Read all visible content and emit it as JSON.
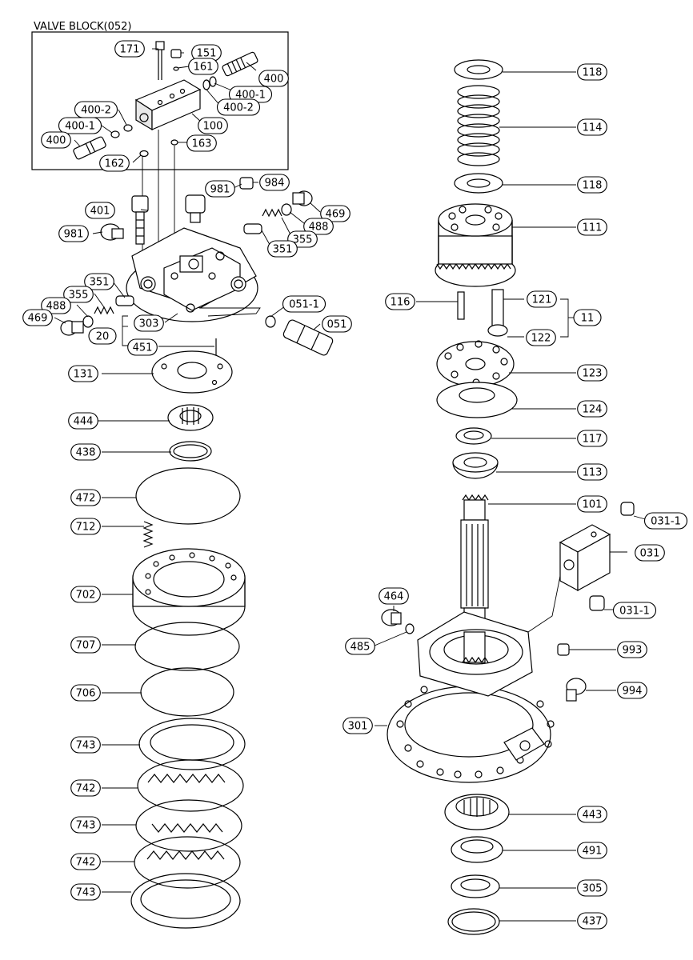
{
  "title": "VALVE BLOCK(052)",
  "colors": {
    "ink": "#000000",
    "paper": "#ffffff",
    "shade": "#e8e8e8"
  },
  "labels": [
    {
      "id": "l171",
      "text": "171"
    },
    {
      "id": "l151",
      "text": "151"
    },
    {
      "id": "l161",
      "text": "161"
    },
    {
      "id": "l400a",
      "text": "400"
    },
    {
      "id": "l400_1a",
      "text": "400-1"
    },
    {
      "id": "l400_2a",
      "text": "400-2"
    },
    {
      "id": "l400_2b",
      "text": "400-2"
    },
    {
      "id": "l400_1b",
      "text": "400-1"
    },
    {
      "id": "l400b",
      "text": "400"
    },
    {
      "id": "l100",
      "text": "100"
    },
    {
      "id": "l163",
      "text": "163"
    },
    {
      "id": "l162",
      "text": "162"
    },
    {
      "id": "l981a",
      "text": "981"
    },
    {
      "id": "l984",
      "text": "984"
    },
    {
      "id": "l469a",
      "text": "469"
    },
    {
      "id": "l401",
      "text": "401"
    },
    {
      "id": "l488a",
      "text": "488"
    },
    {
      "id": "l355a",
      "text": "355"
    },
    {
      "id": "l981b",
      "text": "981"
    },
    {
      "id": "l351a",
      "text": "351"
    },
    {
      "id": "l351b",
      "text": "351"
    },
    {
      "id": "l355b",
      "text": "355"
    },
    {
      "id": "l488b",
      "text": "488"
    },
    {
      "id": "l051_1",
      "text": "051-1"
    },
    {
      "id": "l469b",
      "text": "469"
    },
    {
      "id": "l20",
      "text": "20"
    },
    {
      "id": "l303",
      "text": "303"
    },
    {
      "id": "l051",
      "text": "051"
    },
    {
      "id": "l451",
      "text": "451"
    },
    {
      "id": "l131",
      "text": "131"
    },
    {
      "id": "l444",
      "text": "444"
    },
    {
      "id": "l438",
      "text": "438"
    },
    {
      "id": "l472",
      "text": "472"
    },
    {
      "id": "l712",
      "text": "712"
    },
    {
      "id": "l702",
      "text": "702"
    },
    {
      "id": "l707",
      "text": "707"
    },
    {
      "id": "l706",
      "text": "706"
    },
    {
      "id": "l743a",
      "text": "743"
    },
    {
      "id": "l742a",
      "text": "742"
    },
    {
      "id": "l743b",
      "text": "743"
    },
    {
      "id": "l742b",
      "text": "742"
    },
    {
      "id": "l743c",
      "text": "743"
    },
    {
      "id": "l118a",
      "text": "118"
    },
    {
      "id": "l114",
      "text": "114"
    },
    {
      "id": "l118b",
      "text": "118"
    },
    {
      "id": "l111",
      "text": "111"
    },
    {
      "id": "l116",
      "text": "116"
    },
    {
      "id": "l121",
      "text": "121"
    },
    {
      "id": "l11",
      "text": "11"
    },
    {
      "id": "l122",
      "text": "122"
    },
    {
      "id": "l123",
      "text": "123"
    },
    {
      "id": "l124",
      "text": "124"
    },
    {
      "id": "l117",
      "text": "117"
    },
    {
      "id": "l113",
      "text": "113"
    },
    {
      "id": "l101",
      "text": "101"
    },
    {
      "id": "l031_1a",
      "text": "031-1"
    },
    {
      "id": "l031",
      "text": "031"
    },
    {
      "id": "l464",
      "text": "464"
    },
    {
      "id": "l031_1b",
      "text": "031-1"
    },
    {
      "id": "l485",
      "text": "485"
    },
    {
      "id": "l993",
      "text": "993"
    },
    {
      "id": "l994",
      "text": "994"
    },
    {
      "id": "l301",
      "text": "301"
    },
    {
      "id": "l443",
      "text": "443"
    },
    {
      "id": "l491",
      "text": "491"
    },
    {
      "id": "l305",
      "text": "305"
    },
    {
      "id": "l437",
      "text": "437"
    }
  ]
}
